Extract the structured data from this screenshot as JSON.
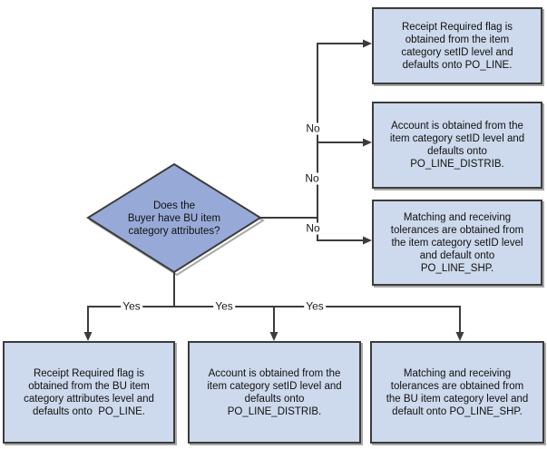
{
  "diagram": {
    "decision": {
      "text": "Does the\nBuyer have BU item\ncategory attributes?"
    },
    "labels": {
      "no": "No",
      "yes": "Yes"
    },
    "no_branch_boxes": [
      {
        "text": "Receipt Required flag is\nobtained from the item\ncategory setID level and\ndefaults onto PO_LINE."
      },
      {
        "text": "Account is obtained from the\nitem category setID level and\ndefaults onto\nPO_LINE_DISTRIB."
      },
      {
        "text": "Matching and receiving\ntolerances are obtained from\nthe item category setID level\nand default onto\nPO_LINE_SHP."
      }
    ],
    "yes_branch_boxes": [
      {
        "text": "Receipt Required flag is\nobtained from the BU item\ncategory attributes level and\ndefaults onto  PO_LINE."
      },
      {
        "text": "Account is obtained from the\nitem category setID level and\ndefaults onto\nPO_LINE_DISTRIB."
      },
      {
        "text": "Matching and receiving\ntolerances are obtained from\nthe BU item category level and\ndefault onto PO_LINE_SHP."
      }
    ],
    "colors": {
      "box_fill": "#cdd9ec",
      "diamond_fill": "#97aad7",
      "border": "#3c3c3c",
      "shadow": "#a8a8a8",
      "text": "#111111",
      "background": "#ffffff"
    }
  }
}
